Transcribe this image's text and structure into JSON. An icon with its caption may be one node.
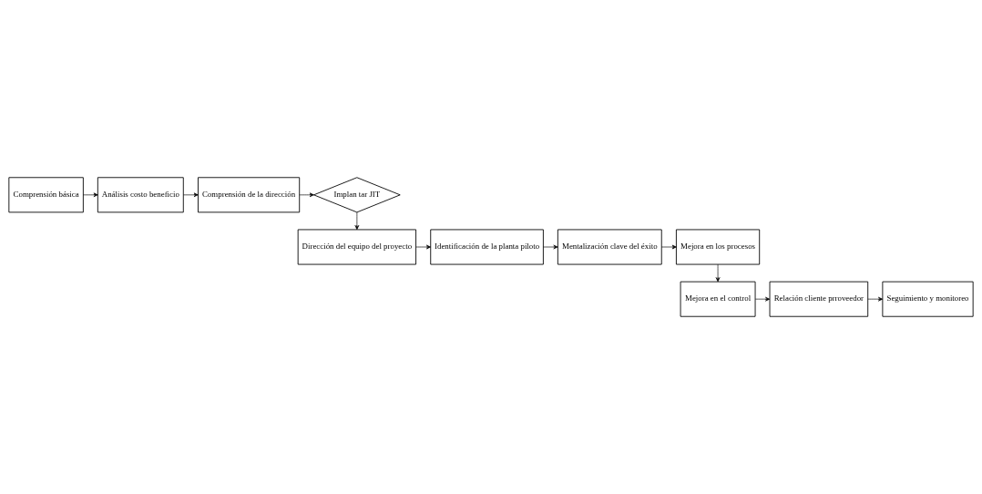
{
  "diagram": {
    "nodes": [
      {
        "text": [
          "Comprensión básica"
        ]
      },
      {
        "text": [
          "Análisis costo beneficio"
        ]
      },
      {
        "text": [
          "Comprensión de la dirección"
        ]
      },
      {
        "text": [
          "Implan tar JIT"
        ]
      },
      {
        "text": [
          "Dirección del equipo del proyecto"
        ]
      },
      {
        "text": [
          "Identificación de la planta piloto"
        ]
      },
      {
        "text": [
          "Mentalización clave del éxito"
        ]
      },
      {
        "text": [
          "Mejora en los procesos"
        ]
      },
      {
        "text": [
          "Mejora en el control"
        ]
      },
      {
        "text": [
          "Relación cliente prroveedor"
        ]
      },
      {
        "text": [
          "Seguimiento y monitoreo"
        ]
      }
    ],
    "edges": [
      {
        "from": 0,
        "to": 1,
        "arrow": "to"
      },
      {
        "from": 1,
        "to": 2,
        "arrow": "to"
      },
      {
        "from": 2,
        "to": 3,
        "arrow": "to"
      },
      {
        "from": 3,
        "to": 4,
        "arrow": "to"
      },
      {
        "from": 4,
        "to": 5,
        "arrow": "to"
      },
      {
        "from": 5,
        "to": 6,
        "arrow": "to"
      },
      {
        "from": 6,
        "to": 7,
        "arrow": "to"
      },
      {
        "from": 7,
        "to": 8,
        "arrow": "to"
      },
      {
        "from": 8,
        "to": 9,
        "arrow": "to"
      },
      {
        "from": 9,
        "to": 10,
        "arrow": "to"
      }
    ]
  }
}
